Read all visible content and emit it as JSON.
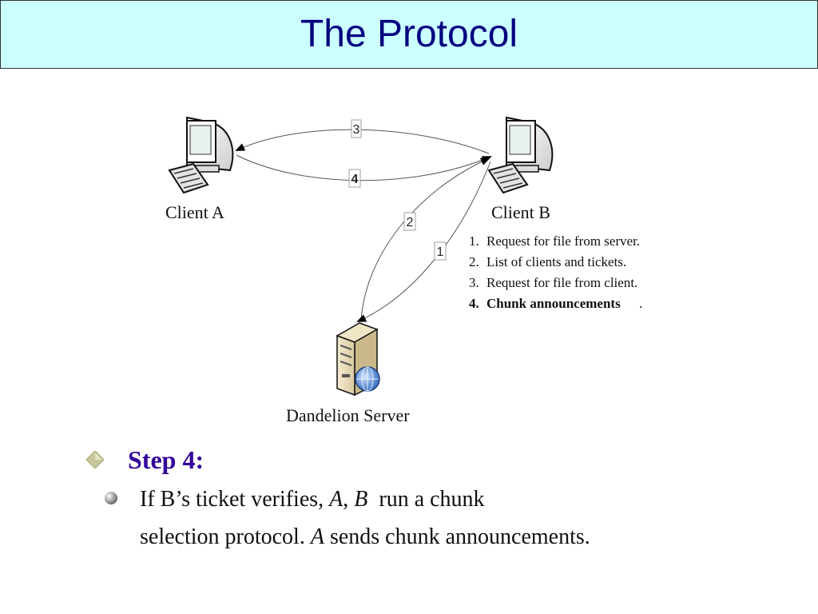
{
  "title": "The Protocol",
  "diagram": {
    "nodes": {
      "client_a": "Client A",
      "client_b": "Client B",
      "server": "Dandelion Server"
    },
    "arrow_labels": {
      "a1": "1",
      "a2": "2",
      "a3": "3",
      "a4": "4"
    },
    "steps": [
      {
        "number": "1.",
        "text": "Request for file from server."
      },
      {
        "number": "2.",
        "text": "List of clients and tickets."
      },
      {
        "number": "3.",
        "text": "Request for file from client."
      },
      {
        "number": "4.",
        "text": "Chunk  announcements",
        "suffix": "."
      }
    ]
  },
  "bullets": {
    "heading": "Step 4:",
    "line1": {
      "pre": "If B’s ticket verifies, ",
      "var_a": "A",
      "comma": ", ",
      "var_b": "B",
      "post": "  run a chunk"
    },
    "line2": {
      "pre": "selection protocol. ",
      "var_a": "A",
      "post": " sends chunk announcements."
    }
  },
  "colors": {
    "title_bg": "#ccffff",
    "title_text": "#000080",
    "heading_text": "#330099",
    "diamond": "#c8c89a"
  }
}
